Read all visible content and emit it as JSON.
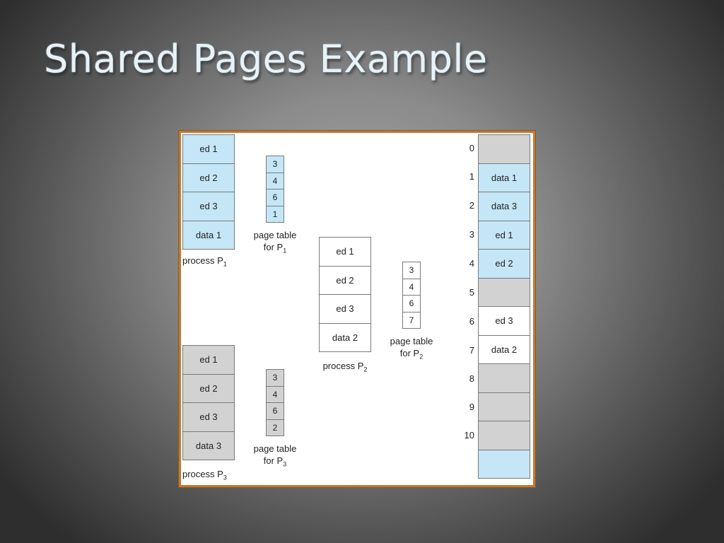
{
  "slide": {
    "title": "Shared Pages Example"
  },
  "diagram": {
    "process_p1": {
      "label": "process P",
      "subscript": "1",
      "pages": [
        "ed 1",
        "ed 2",
        "ed 3",
        "data 1"
      ]
    },
    "page_table_p1": {
      "label_line1": "page table",
      "label_line2": "for P",
      "subscript": "1",
      "entries": [
        "3",
        "4",
        "6",
        "1"
      ]
    },
    "process_p2": {
      "label": "process P",
      "subscript": "2",
      "pages": [
        "ed 1",
        "ed 2",
        "ed 3",
        "data 2"
      ]
    },
    "page_table_p2": {
      "label_line1": "page table",
      "label_line2": "for P",
      "subscript": "2",
      "entries": [
        "3",
        "4",
        "6",
        "7"
      ]
    },
    "process_p3": {
      "label": "process P",
      "subscript": "3",
      "pages": [
        "ed 1",
        "ed 2",
        "ed 3",
        "data 3"
      ]
    },
    "page_table_p3": {
      "label_line1": "page table",
      "label_line2": "for P",
      "subscript": "3",
      "entries": [
        "3",
        "4",
        "6",
        "2"
      ]
    },
    "physical_memory": {
      "frame_numbers": [
        "0",
        "1",
        "2",
        "3",
        "4",
        "5",
        "6",
        "7",
        "8",
        "9",
        "10"
      ],
      "frames": [
        "",
        "data 1",
        "data 3",
        "ed 1",
        "ed 2",
        "",
        "ed 3",
        "data 2",
        "",
        "",
        "",
        ""
      ]
    },
    "colors": {
      "p1_blue": "#c4e6f7",
      "p3_gray": "#d2d2d2",
      "p2_white": "#ffffff",
      "border": "#c07a32"
    }
  }
}
